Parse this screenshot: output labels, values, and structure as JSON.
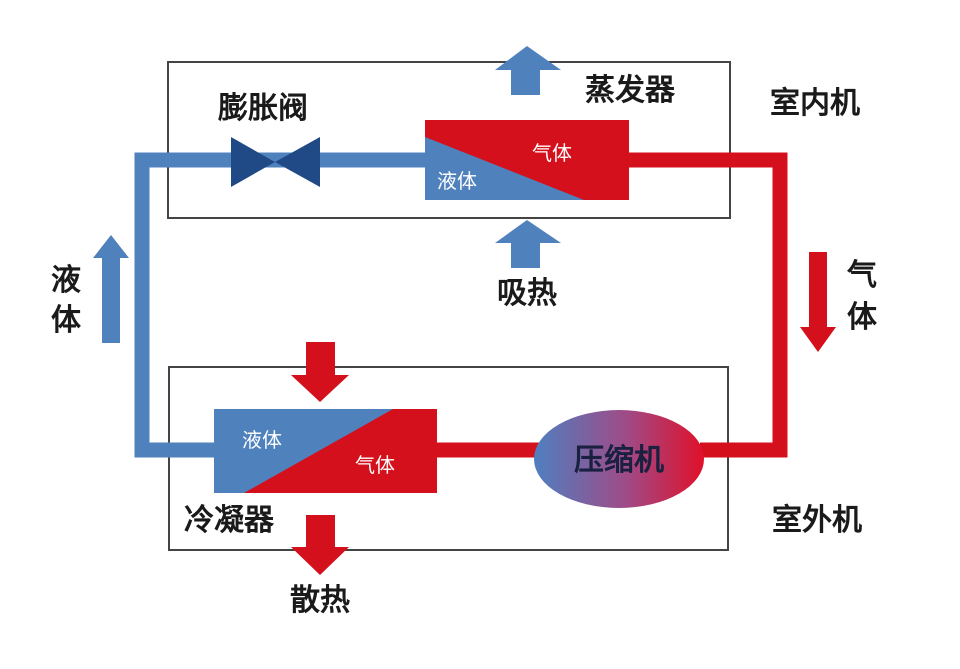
{
  "labels": {
    "evaporator": "蒸发器",
    "indoor_unit": "室内机",
    "expansion_valve": "膨胀阀",
    "absorb_heat": "吸热",
    "condenser": "冷凝器",
    "outdoor_unit": "室外机",
    "release_heat": "散热",
    "compressor": "压缩机",
    "left_flow_1": "液",
    "left_flow_2": "体",
    "right_flow_1": "气",
    "right_flow_2": "体",
    "evap_gas": "气体",
    "evap_liquid": "液体",
    "cond_liquid": "液体",
    "cond_gas": "气体"
  },
  "colors": {
    "liquid_blue": "#4f81bd",
    "valve_blue": "#1f4a86",
    "gas_red": "#d4101c",
    "box_border": "#444444"
  }
}
